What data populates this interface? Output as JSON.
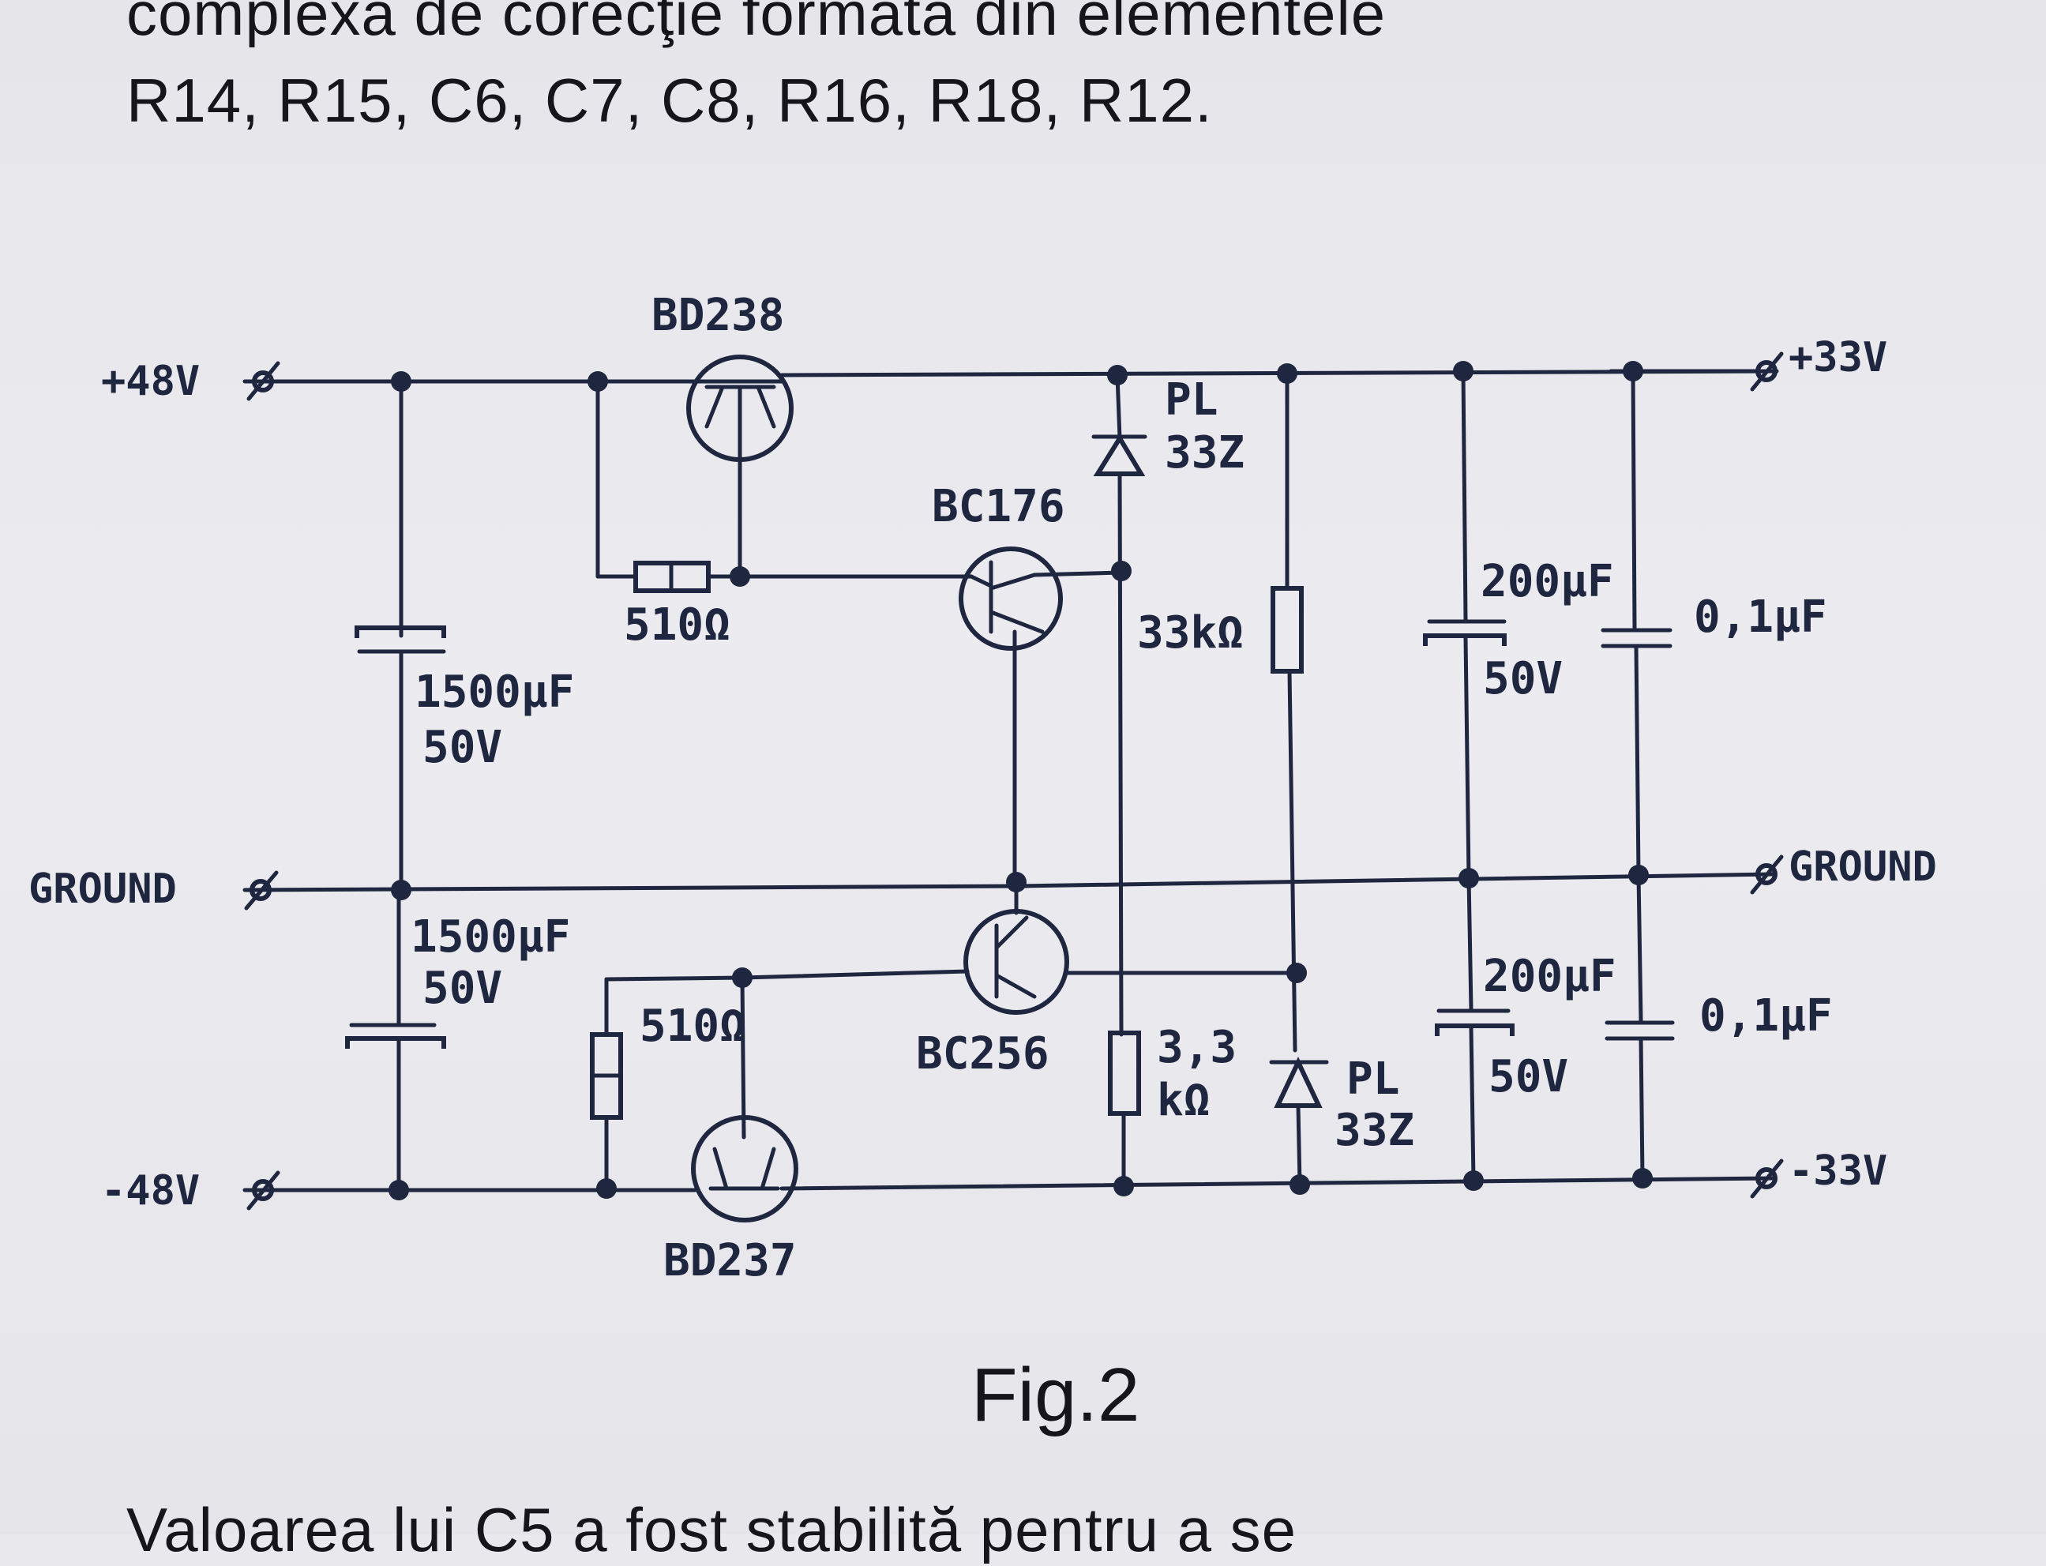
{
  "text": {
    "intro_line_1": "complexă de corecţie formată din elementele",
    "intro_line_2": "R14, R15, C6, C7, C8, R16, R18, R12.",
    "figure_caption": "Fig.2",
    "outro_line": "Valoarea lui C5 a fost stabilită pentru a se"
  },
  "rails": {
    "in_pos": "+48V",
    "in_gnd": "GROUND",
    "in_neg": "-48V",
    "out_pos": "+33V",
    "out_gnd": "GROUND",
    "out_neg": "-33V"
  },
  "components": {
    "q_bd238": "BD238",
    "q_bc176": "BC176",
    "q_bc256": "BC256",
    "q_bd237": "BD237",
    "r_510_top": "510Ω",
    "r_510_bottom": "510Ω",
    "r_33k": "33kΩ",
    "r_3k3_val": "3,3",
    "r_3k3_unit": "kΩ",
    "z_top_type": "PL",
    "z_top_val": "33Z",
    "z_bot_type": "PL",
    "z_bot_val": "33Z",
    "c_in_top_cap": "1500µF",
    "c_in_top_volt": "50V",
    "c_in_bot_cap": "1500µF",
    "c_in_bot_volt": "50V",
    "c_out_top_cap": "200µF",
    "c_out_top_volt": "50V",
    "c_out_bot_cap": "200µF",
    "c_out_bot_volt": "50V",
    "c_film_top": "0,1µF",
    "c_film_bot": "0,1µF"
  }
}
